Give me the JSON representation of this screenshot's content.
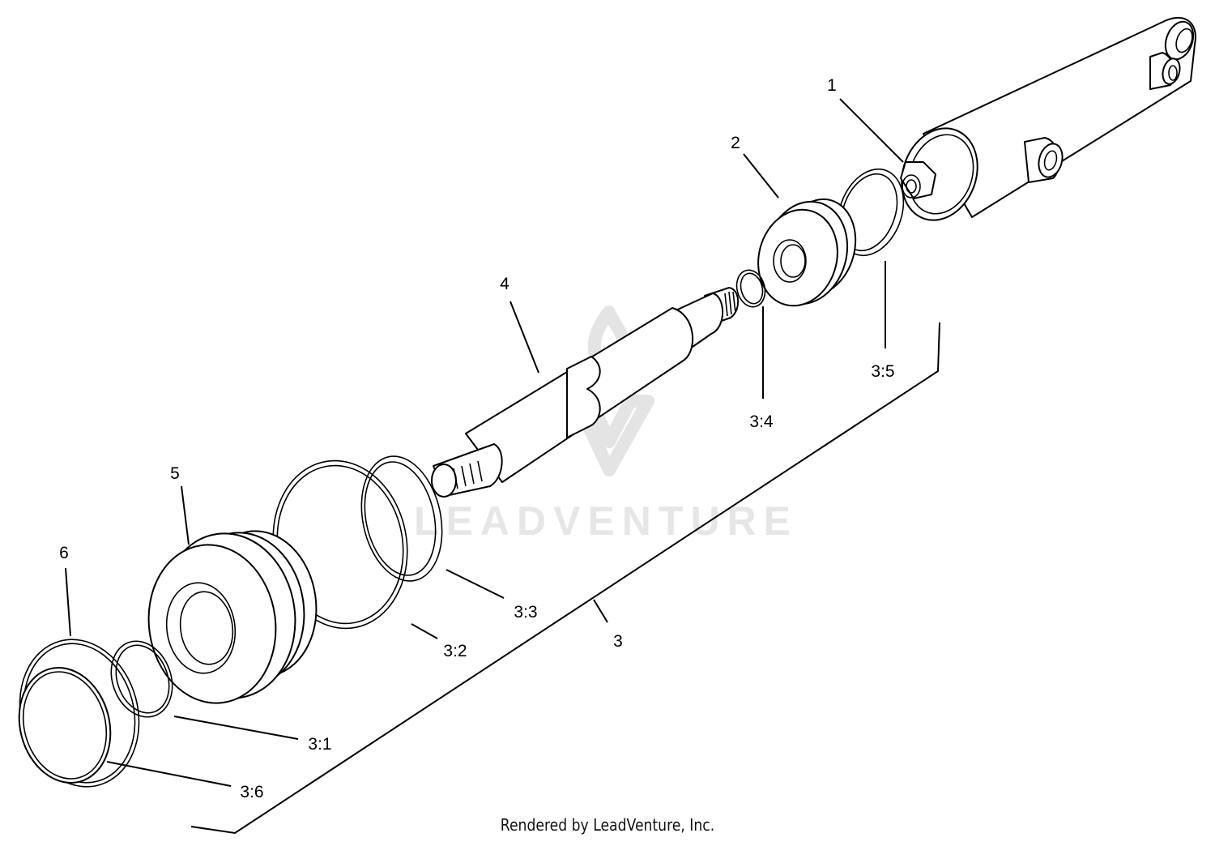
{
  "diagram": {
    "watermark": "LEADVENTURE",
    "callouts": {
      "c1": "1",
      "c2": "2",
      "c3": "3",
      "c3_1": "3:1",
      "c3_2": "3:2",
      "c3_3": "3:3",
      "c3_4": "3:4",
      "c3_5": "3:5",
      "c3_6": "3:6",
      "c4": "4",
      "c5": "5",
      "c6": "6"
    },
    "credit": "Rendered by LeadVenture, Inc."
  }
}
